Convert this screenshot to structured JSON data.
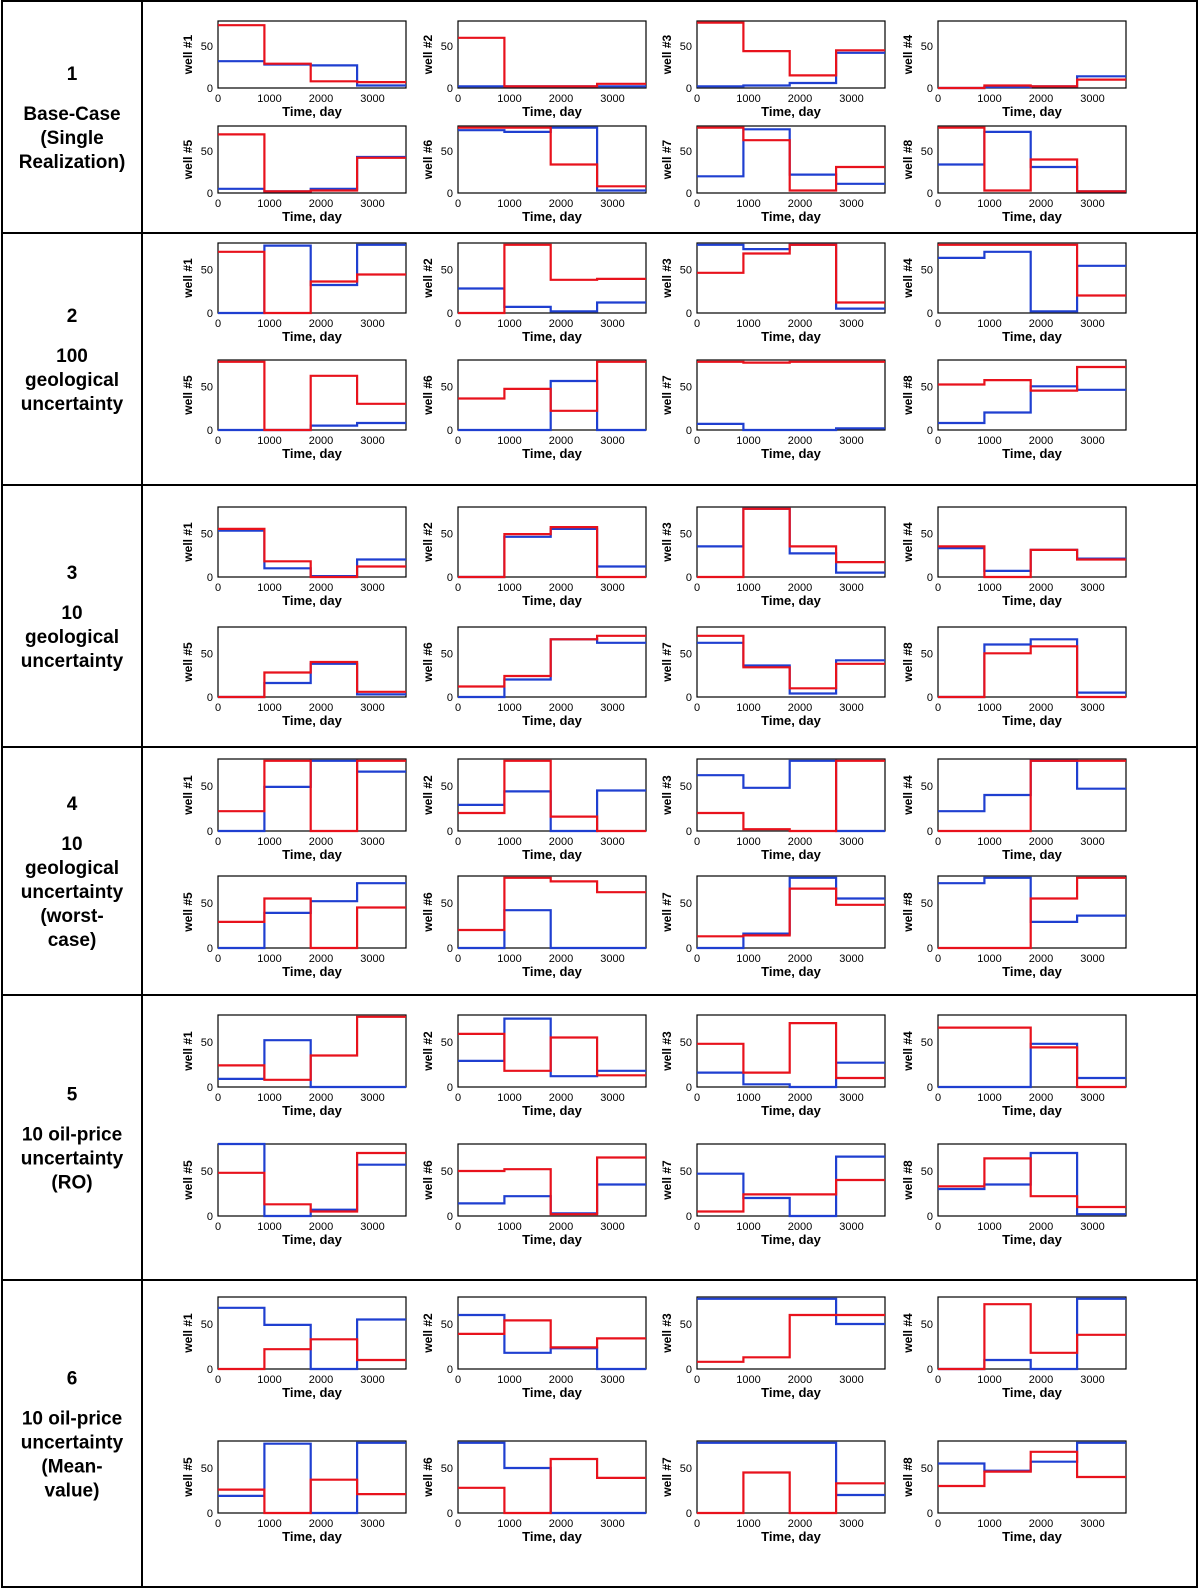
{
  "rows": [
    {
      "label_lines": [
        "1",
        "Base-Case",
        "(Single",
        "Realization)"
      ]
    },
    {
      "label_lines": [
        "2",
        "100",
        "geological",
        "uncertainty"
      ]
    },
    {
      "label_lines": [
        "3",
        "10",
        "geological",
        "uncertainty"
      ]
    },
    {
      "label_lines": [
        "4",
        "10",
        "geological",
        "uncertainty",
        "(worst-",
        "case)"
      ]
    },
    {
      "label_lines": [
        "5",
        "10 oil-price",
        "uncertainty",
        "(RO)"
      ]
    },
    {
      "label_lines": [
        "6",
        "10 oil-price",
        "uncertainty",
        "(Mean-",
        "value)"
      ]
    }
  ],
  "colors": {
    "blue": "#1f3fd0",
    "red": "#e8121c",
    "border": "#000000"
  },
  "chart_data": {
    "type": "line",
    "step": true,
    "xlabel": "Time, day",
    "ylabels": [
      "well #1",
      "well #2",
      "well #3",
      "well #4",
      "well #5",
      "well #6",
      "well #7",
      "well #8"
    ],
    "xticks": [
      0,
      1000,
      2000,
      3000
    ],
    "yticks": [
      0,
      50
    ],
    "xlim": [
      0,
      3650
    ],
    "ylim": [
      0,
      80
    ],
    "step_edges": [
      0,
      900,
      1800,
      2700,
      3650
    ],
    "panels": [
      [
        {
          "blue": [
            32,
            28,
            27,
            3
          ],
          "red": [
            75,
            29,
            8,
            7
          ]
        },
        {
          "blue": [
            2,
            2,
            2,
            2
          ],
          "red": [
            60,
            2,
            2,
            5
          ]
        },
        {
          "blue": [
            2,
            3,
            6,
            42
          ],
          "red": [
            78,
            44,
            15,
            45
          ]
        },
        {
          "blue": [
            0,
            1,
            2,
            14
          ],
          "red": [
            0,
            3,
            2,
            10
          ]
        },
        {
          "blue": [
            5,
            2,
            5,
            43
          ],
          "red": [
            70,
            2,
            3,
            42
          ]
        },
        {
          "blue": [
            75,
            73,
            78,
            3
          ],
          "red": [
            78,
            78,
            34,
            8
          ]
        },
        {
          "blue": [
            20,
            76,
            22,
            11
          ],
          "red": [
            78,
            63,
            3,
            31
          ]
        },
        {
          "blue": [
            34,
            73,
            31,
            2
          ],
          "red": [
            78,
            3,
            40,
            2
          ]
        }
      ],
      [
        {
          "blue": [
            0,
            77,
            32,
            78
          ],
          "red": [
            70,
            0,
            36,
            44
          ]
        },
        {
          "blue": [
            28,
            7,
            2,
            12
          ],
          "red": [
            0,
            78,
            38,
            39
          ]
        },
        {
          "blue": [
            78,
            73,
            78,
            5
          ],
          "red": [
            46,
            68,
            78,
            12
          ]
        },
        {
          "blue": [
            63,
            70,
            2,
            54
          ],
          "red": [
            78,
            78,
            78,
            20
          ]
        },
        {
          "blue": [
            0,
            0,
            5,
            8
          ],
          "red": [
            78,
            0,
            62,
            30
          ]
        },
        {
          "blue": [
            0,
            0,
            56,
            0
          ],
          "red": [
            36,
            47,
            22,
            78
          ]
        },
        {
          "blue": [
            7,
            0,
            0,
            2
          ],
          "red": [
            78,
            77,
            78,
            78
          ]
        },
        {
          "blue": [
            8,
            20,
            50,
            46
          ],
          "red": [
            52,
            57,
            45,
            72
          ]
        }
      ],
      [
        {
          "blue": [
            53,
            10,
            1,
            20
          ],
          "red": [
            55,
            18,
            0,
            12
          ]
        },
        {
          "blue": [
            0,
            46,
            55,
            12
          ],
          "red": [
            0,
            49,
            57,
            0
          ]
        },
        {
          "blue": [
            35,
            78,
            27,
            5
          ],
          "red": [
            0,
            78,
            35,
            17
          ]
        },
        {
          "blue": [
            33,
            7,
            31,
            21
          ],
          "red": [
            35,
            0,
            31,
            20
          ]
        },
        {
          "blue": [
            0,
            16,
            38,
            3
          ],
          "red": [
            0,
            28,
            40,
            6
          ]
        },
        {
          "blue": [
            0,
            20,
            66,
            62
          ],
          "red": [
            12,
            24,
            66,
            70
          ]
        },
        {
          "blue": [
            62,
            36,
            4,
            42
          ],
          "red": [
            70,
            34,
            10,
            38
          ]
        },
        {
          "blue": [
            0,
            60,
            66,
            5
          ],
          "red": [
            0,
            50,
            58,
            0
          ]
        }
      ],
      [
        {
          "blue": [
            0,
            49,
            78,
            66
          ],
          "red": [
            22,
            78,
            0,
            78
          ]
        },
        {
          "blue": [
            29,
            44,
            0,
            45
          ],
          "red": [
            20,
            78,
            16,
            0
          ]
        },
        {
          "blue": [
            62,
            48,
            78,
            0
          ],
          "red": [
            20,
            2,
            0,
            78
          ]
        },
        {
          "blue": [
            22,
            40,
            78,
            47
          ],
          "red": [
            0,
            0,
            78,
            78
          ]
        },
        {
          "blue": [
            0,
            39,
            52,
            72
          ],
          "red": [
            29,
            55,
            0,
            45
          ]
        },
        {
          "blue": [
            0,
            42,
            0,
            0
          ],
          "red": [
            20,
            78,
            74,
            62
          ]
        },
        {
          "blue": [
            0,
            16,
            78,
            55
          ],
          "red": [
            13,
            14,
            66,
            48
          ]
        },
        {
          "blue": [
            72,
            78,
            29,
            36
          ],
          "red": [
            0,
            0,
            55,
            78
          ]
        }
      ],
      [
        {
          "blue": [
            9,
            52,
            0,
            0
          ],
          "red": [
            24,
            8,
            35,
            78
          ]
        },
        {
          "blue": [
            29,
            76,
            12,
            18
          ],
          "red": [
            59,
            18,
            55,
            13
          ]
        },
        {
          "blue": [
            16,
            3,
            0,
            27
          ],
          "red": [
            48,
            16,
            71,
            10
          ]
        },
        {
          "blue": [
            0,
            0,
            48,
            10
          ],
          "red": [
            66,
            66,
            44,
            0
          ]
        },
        {
          "blue": [
            80,
            0,
            7,
            57
          ],
          "red": [
            48,
            13,
            5,
            70
          ]
        },
        {
          "blue": [
            14,
            22,
            3,
            35
          ],
          "red": [
            50,
            52,
            2,
            65
          ]
        },
        {
          "blue": [
            47,
            20,
            0,
            66
          ],
          "red": [
            5,
            24,
            24,
            40
          ]
        },
        {
          "blue": [
            30,
            35,
            70,
            2
          ],
          "red": [
            33,
            64,
            22,
            10
          ]
        }
      ],
      [
        {
          "blue": [
            68,
            49,
            0,
            55
          ],
          "red": [
            0,
            22,
            33,
            10
          ]
        },
        {
          "blue": [
            60,
            18,
            23,
            0
          ],
          "red": [
            39,
            54,
            24,
            34
          ]
        },
        {
          "blue": [
            78,
            78,
            78,
            50
          ],
          "red": [
            8,
            13,
            60,
            60
          ]
        },
        {
          "blue": [
            0,
            10,
            0,
            78
          ],
          "red": [
            0,
            72,
            18,
            38
          ]
        },
        {
          "blue": [
            19,
            77,
            0,
            78
          ],
          "red": [
            26,
            0,
            37,
            21
          ]
        },
        {
          "blue": [
            78,
            50,
            0,
            0
          ],
          "red": [
            28,
            0,
            60,
            39
          ]
        },
        {
          "blue": [
            78,
            78,
            78,
            20
          ],
          "red": [
            0,
            45,
            0,
            33
          ]
        },
        {
          "blue": [
            55,
            47,
            57,
            78
          ],
          "red": [
            30,
            46,
            68,
            40
          ]
        }
      ]
    ]
  }
}
